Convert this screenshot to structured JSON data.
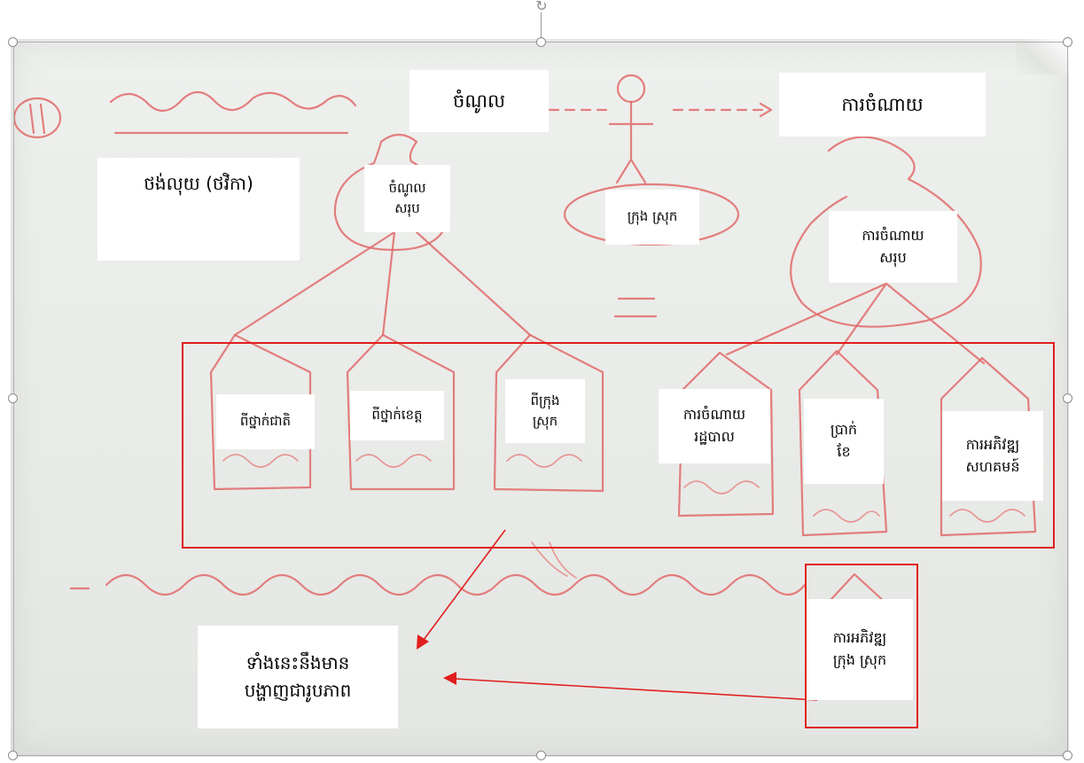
{
  "labels": {
    "income_title": "ចំណូល",
    "expense_title": "ការចំណាយ",
    "piggy_bank": "ថង់លុយ (ថវិកា)",
    "total_income": "ចំណូល\nសរុប",
    "commune_district": "ក្រុង ស្រុក",
    "total_expense": "ការចំណាយ\nសរុប",
    "from_national": "ពីថ្នាក់ជាតិ",
    "from_provincial": "ពីថ្នាក់ខេត្ត",
    "from_commune": "ពីក្រុង\nស្រុក",
    "admin_expense": "ការចំណាយ\nរដ្ឋបាល",
    "salary": "ប្រាក់\nខែ",
    "community_dev": "ការអភិវឌ្ឍ\nសហគមន៍",
    "district_dev": "ការអភិវឌ្ឍ\nក្រុង ស្រុក",
    "note": "ទាំងនេះនឹងមាន\nបង្ហាញជារូបភាព"
  },
  "colors": {
    "annotation_red": "#e01e1e",
    "marker_red": "#e06a6a",
    "board": "#eceeeb"
  },
  "icons": {
    "rotate": "rotate-handle-icon"
  }
}
